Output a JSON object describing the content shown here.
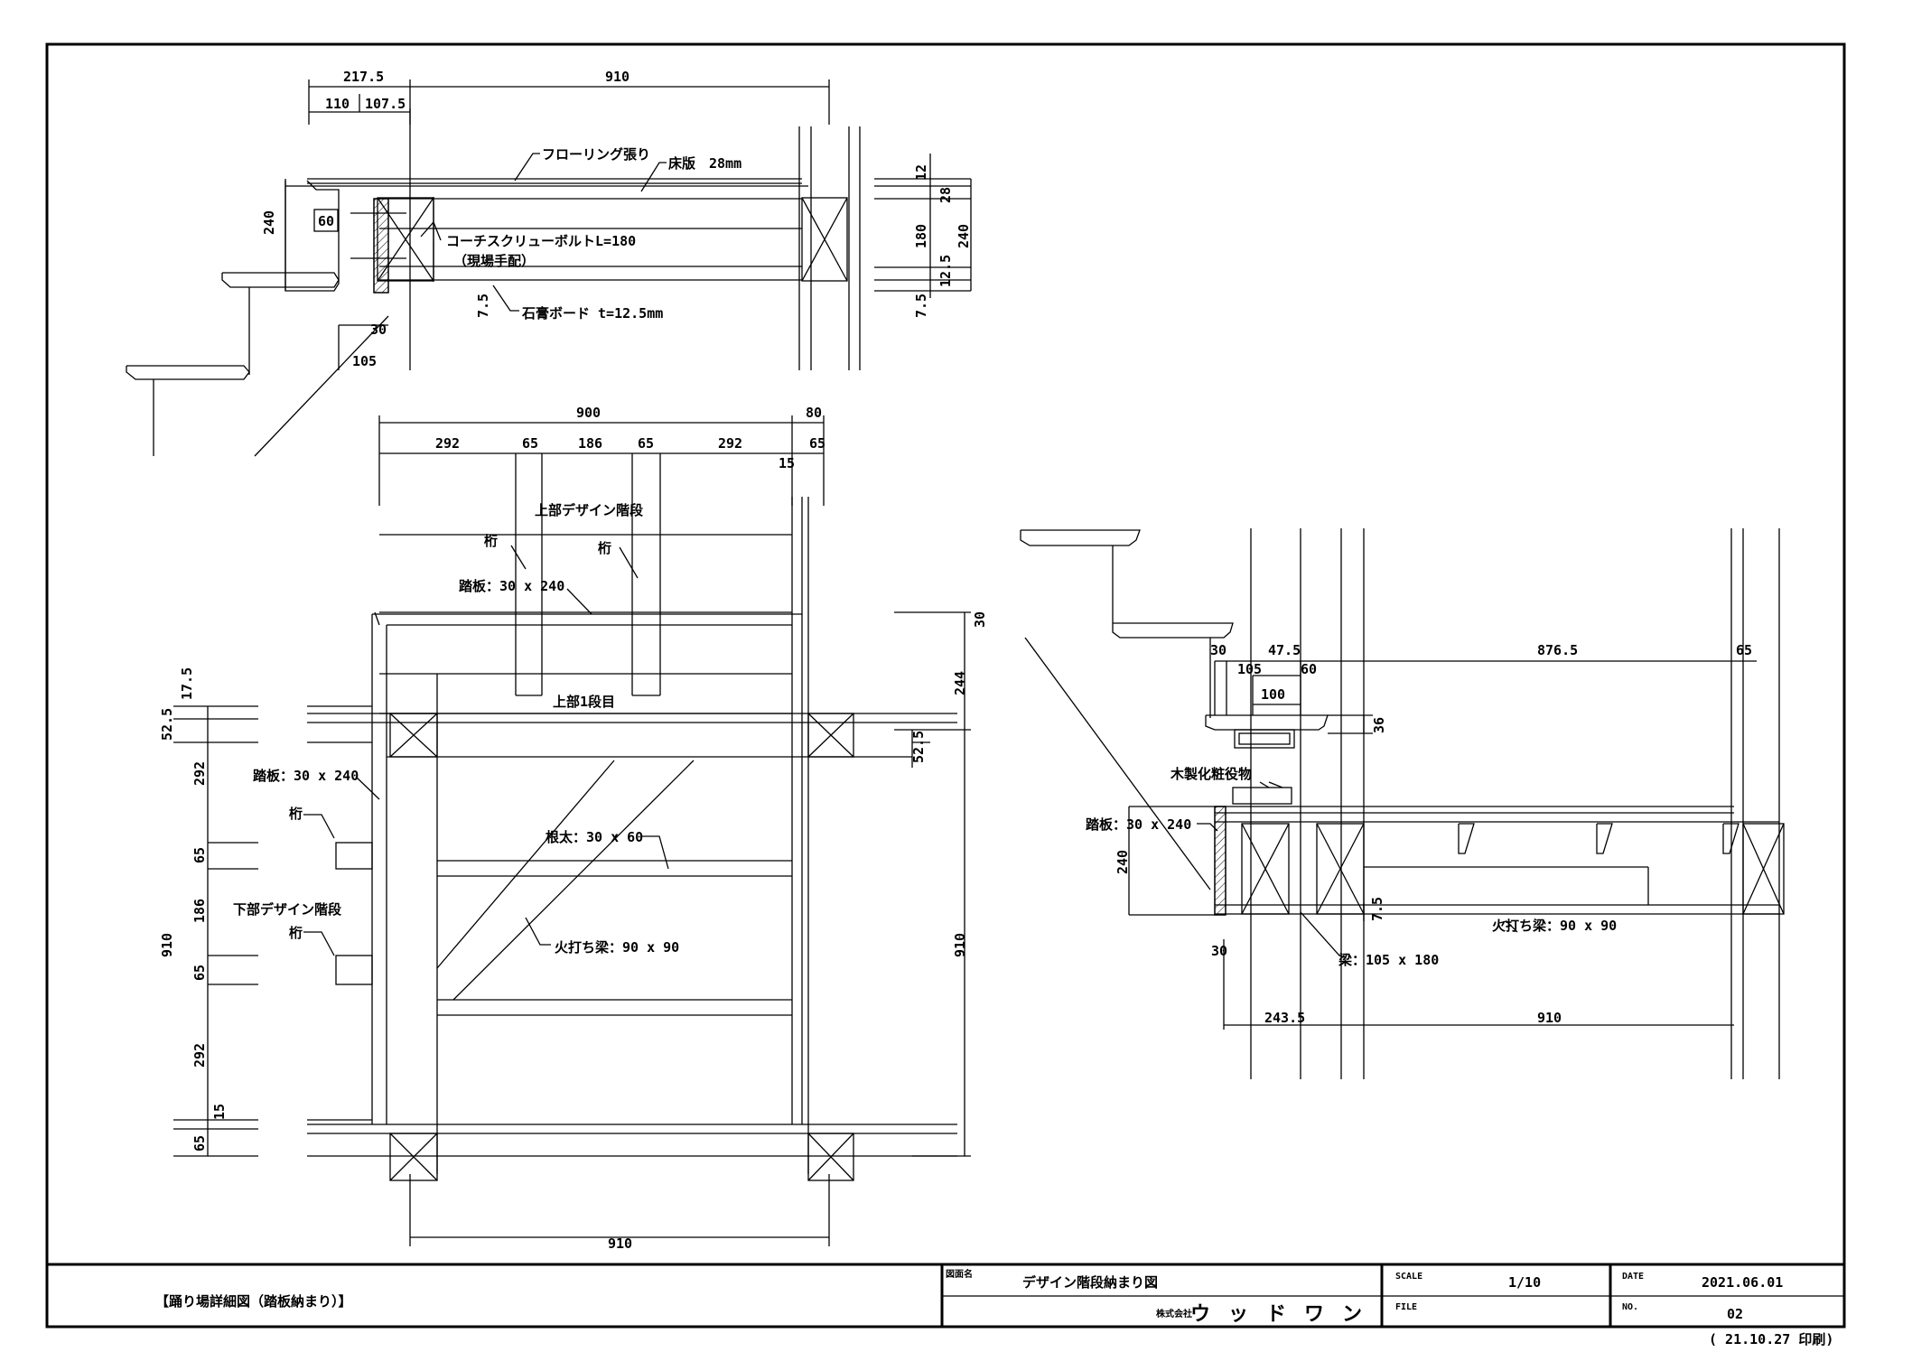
{
  "views": {
    "top": {
      "dims": [
        "217.5",
        "910",
        "110",
        "107.5",
        "240",
        "60",
        "30",
        "105",
        "12",
        "28",
        "180",
        "12.5",
        "240",
        "7.5",
        "7.5"
      ],
      "notes": [
        "フローリング張り",
        "床版　28mm",
        "コーチスクリューボルトL=180",
        "（現場手配）",
        "石膏ボード t=12.5mm"
      ]
    },
    "plan": {
      "dims_top": [
        "900",
        "80",
        "292",
        "65",
        "186",
        "65",
        "292",
        "65",
        "15"
      ],
      "dims_right": [
        "30",
        "244",
        "52.5",
        "910"
      ],
      "dims_left": [
        "17.5",
        "52.5",
        "292",
        "65",
        "186",
        "65",
        "292",
        "15",
        "65",
        "910"
      ],
      "dims_bottom": [
        "910"
      ],
      "notes": [
        "上部デザイン階段",
        "桁",
        "桁",
        "踏板：30 x 240",
        "上部1段目",
        "踏板：30 x 240",
        "桁",
        "根太：30 x 60",
        "下部デザイン階段",
        "桁",
        "火打ち梁：90 x 90"
      ]
    },
    "section": {
      "dims": [
        "30",
        "47.5",
        "876.5",
        "65",
        "105",
        "60",
        "100",
        "36",
        "240",
        "7.5",
        "30",
        "243.5",
        "910"
      ],
      "notes": [
        "木製化粧役物",
        "踏板：30 x 240",
        "火打ち梁：90 x 90",
        "梁：105 x 180"
      ]
    }
  },
  "title_block": {
    "drawing_title": "【踊り場詳細図（踏板納まり）】",
    "name_label": "図面名",
    "name": "デザイン階段納まり図",
    "company_prefix": "株式会社",
    "company": "ウッドワン",
    "scale_label": "SCALE",
    "scale": "1/10",
    "date_label": "DATE",
    "date": "2021.06.01",
    "file_label": "FILE",
    "no_label": "NO.",
    "no": "02",
    "printed": "( 21.10.27 印刷)"
  }
}
